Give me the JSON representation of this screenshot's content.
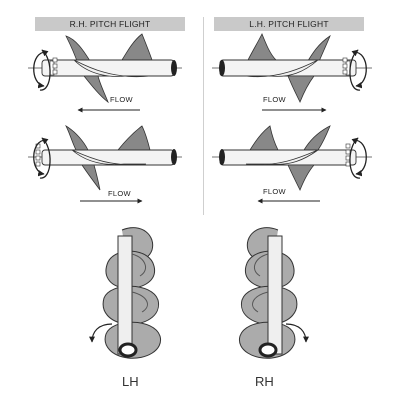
{
  "headers": {
    "rh_pitch": "R.H. PITCH FLIGHT",
    "lh_pitch": "L.H. PITCH FLIGHT"
  },
  "flow_labels": [
    "FLOW",
    "FLOW",
    "FLOW",
    "FLOW"
  ],
  "captions": {
    "left_spiral": "LH",
    "right_spiral": "RH"
  }
}
